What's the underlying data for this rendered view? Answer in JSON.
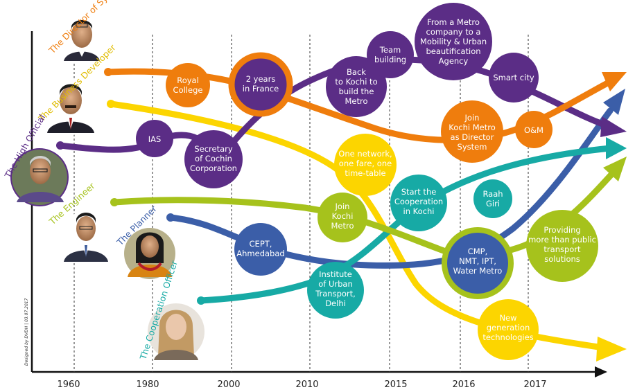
{
  "colors": {
    "director": "#ef7d0d",
    "business": "#fcd500",
    "high_official": "#5b2d86",
    "engineer": "#a6c21c",
    "planner": "#3b5ea8",
    "cooperation": "#17aaa5"
  },
  "years": [
    "1960",
    "1980",
    "2000",
    "2010",
    "2015",
    "2016",
    "2017"
  ],
  "roles": {
    "director": "The Director of Systems",
    "business": "The Business Developer",
    "high_official": "The High Official",
    "engineer": "The Engineer",
    "planner": "The Planner",
    "cooperation": "The Cooperation Officer"
  },
  "bubbles": {
    "royal_college": [
      "Royal",
      "College"
    ],
    "two_years_france": [
      "2 years",
      "in France"
    ],
    "ias": [
      "IAS"
    ],
    "secretary_cochin": [
      "Secretary",
      "of Cochin",
      "Corporation"
    ],
    "back_to_kochi": [
      "Back",
      "to Kochi to",
      "build the",
      "Metro"
    ],
    "team_building": [
      "Team",
      "building"
    ],
    "metro_company": [
      "From a Metro",
      "company to a",
      "Mobility & Urban",
      "beautification",
      "Agency"
    ],
    "smart_city": [
      "Smart city"
    ],
    "join_kochi_director": [
      "Join",
      "Kochi Metro",
      "as Director",
      "System"
    ],
    "om": [
      "O&M"
    ],
    "one_network": [
      "One network,",
      "one fare, one",
      "time-table"
    ],
    "join_kochi_metro": [
      "Join",
      "Kochi",
      "Metro"
    ],
    "start_cooperation": [
      "Start the",
      "Cooperation",
      "in Kochi"
    ],
    "raah_giri": [
      "Raah",
      "Giri"
    ],
    "cept": [
      "CEPT,",
      "Ahmedabad"
    ],
    "iut_delhi": [
      "Institute",
      "of Urban",
      "Transport,",
      "Delhi"
    ],
    "cmp": [
      "CMP,",
      "NMT, IPT,",
      "Water Metro"
    ],
    "providing": [
      "Providing",
      "more than public",
      "transport",
      "solutions"
    ],
    "new_generation": [
      "New",
      "generation",
      "technologies"
    ]
  },
  "credit": "Designed by DVDH | 03.07.2017"
}
